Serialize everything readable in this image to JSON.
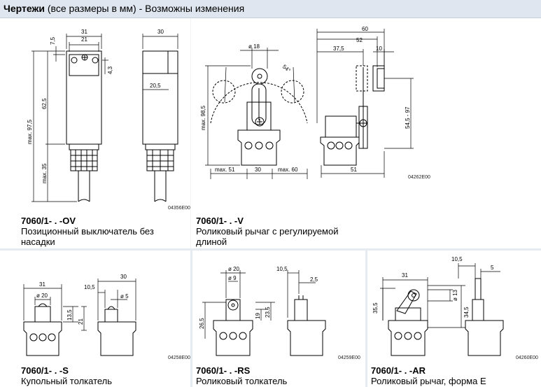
{
  "header": {
    "title_bold": "Чертежи",
    "title_rest": " (все размеры в мм) - Возможны изменения"
  },
  "drawings": {
    "ov": {
      "code": "7060/1- . -OV",
      "desc": "Позиционный выключатель без насадки",
      "ref": "04356E00",
      "dims": {
        "d31": "31",
        "d21": "21",
        "d7_5": "7,5",
        "d4_3": "4,3",
        "d62_5": "62,5",
        "max97_5": "max. 97,5",
        "max35": "max. 35",
        "d30": "30",
        "d20_5": "20,5"
      }
    },
    "v": {
      "code": "7060/1- . -V",
      "desc": "Роликовый рычаг с регулируемой длиной",
      "ref": "04262E00",
      "dims": {
        "phi18": "ø 18",
        "d54": "54°",
        "max98_5": "max. 98,5",
        "max51": "max. 51",
        "d30": "30",
        "max60": "max. 60",
        "d60": "60",
        "d52": "52",
        "d37_5": "37,5",
        "d10": "10",
        "d54_97": "54,5 - 97",
        "d51": "51"
      }
    },
    "s": {
      "code": "7060/1- . -S",
      "desc": "Купольный толкатель",
      "ref": "04258E00",
      "dims": {
        "d31": "31",
        "phi20": "ø 20",
        "d13_5": "13,5",
        "d21": "21",
        "d30": "30",
        "d10_5": "10,5",
        "phi5": "ø 5"
      }
    },
    "rs": {
      "code": "7060/1- . -RS",
      "desc": "Роликовый толкатель",
      "ref": "04259E00",
      "dims": {
        "phi20": "ø 20",
        "phi9": "ø 9",
        "d26_5": "26,5",
        "d19": "19",
        "d23_5": "23,5",
        "d10_5": "10,5",
        "d2_5": "2,5"
      }
    },
    "ar": {
      "code": "7060/1- . -AR",
      "desc": "Роликовый рычаг, форма E",
      "ref": "04260E00",
      "dims": {
        "d31": "31",
        "d35_5": "35,5",
        "phi13": "ø 13",
        "d34_5": "34,5",
        "d10_5": "10,5",
        "d5": "5"
      }
    }
  }
}
